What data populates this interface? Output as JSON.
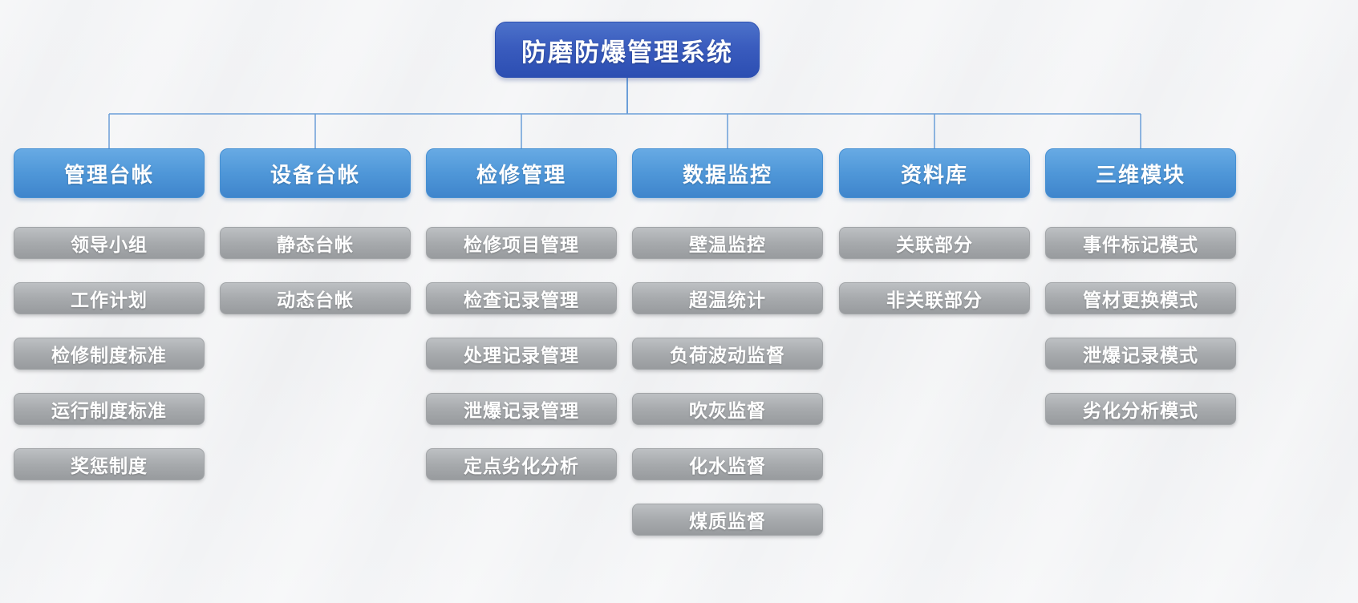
{
  "title": "防磨防爆管理系统",
  "root": {
    "label": "防磨防爆管理系统"
  },
  "columns": [
    {
      "id": "management-ledger",
      "header": "管理台帐",
      "children": [
        "领导小组",
        "工作计划",
        "检修制度标准",
        "运行制度标准",
        "奖惩制度"
      ]
    },
    {
      "id": "equipment-ledger",
      "header": "设备台帐",
      "children": [
        "静态台帐",
        "动态台帐"
      ]
    },
    {
      "id": "overhaul-management",
      "header": "检修管理",
      "children": [
        "检修项目管理",
        "检查记录管理",
        "处理记录管理",
        "泄爆记录管理",
        "定点劣化分析"
      ]
    },
    {
      "id": "data-monitoring",
      "header": "数据监控",
      "children": [
        "壁温监控",
        "超温统计",
        "负荷波动监督",
        "吹灰监督",
        "化水监督",
        "煤质监督"
      ]
    },
    {
      "id": "repository",
      "header": "资料库",
      "children": [
        "关联部分",
        "非关联部分"
      ]
    },
    {
      "id": "three-d-module",
      "header": "三维模块",
      "children": [
        "事件标记模式",
        "管材更换模式",
        "泄爆记录模式",
        "劣化分析模式"
      ]
    }
  ],
  "colors": {
    "root_blue": "#2f53b6",
    "branch_blue": "#4f97d8",
    "leaf_gray": "#a7aaad",
    "connector_blue": "#6b9ed8",
    "background": "#f1f2f4",
    "text": "#ffffff"
  }
}
